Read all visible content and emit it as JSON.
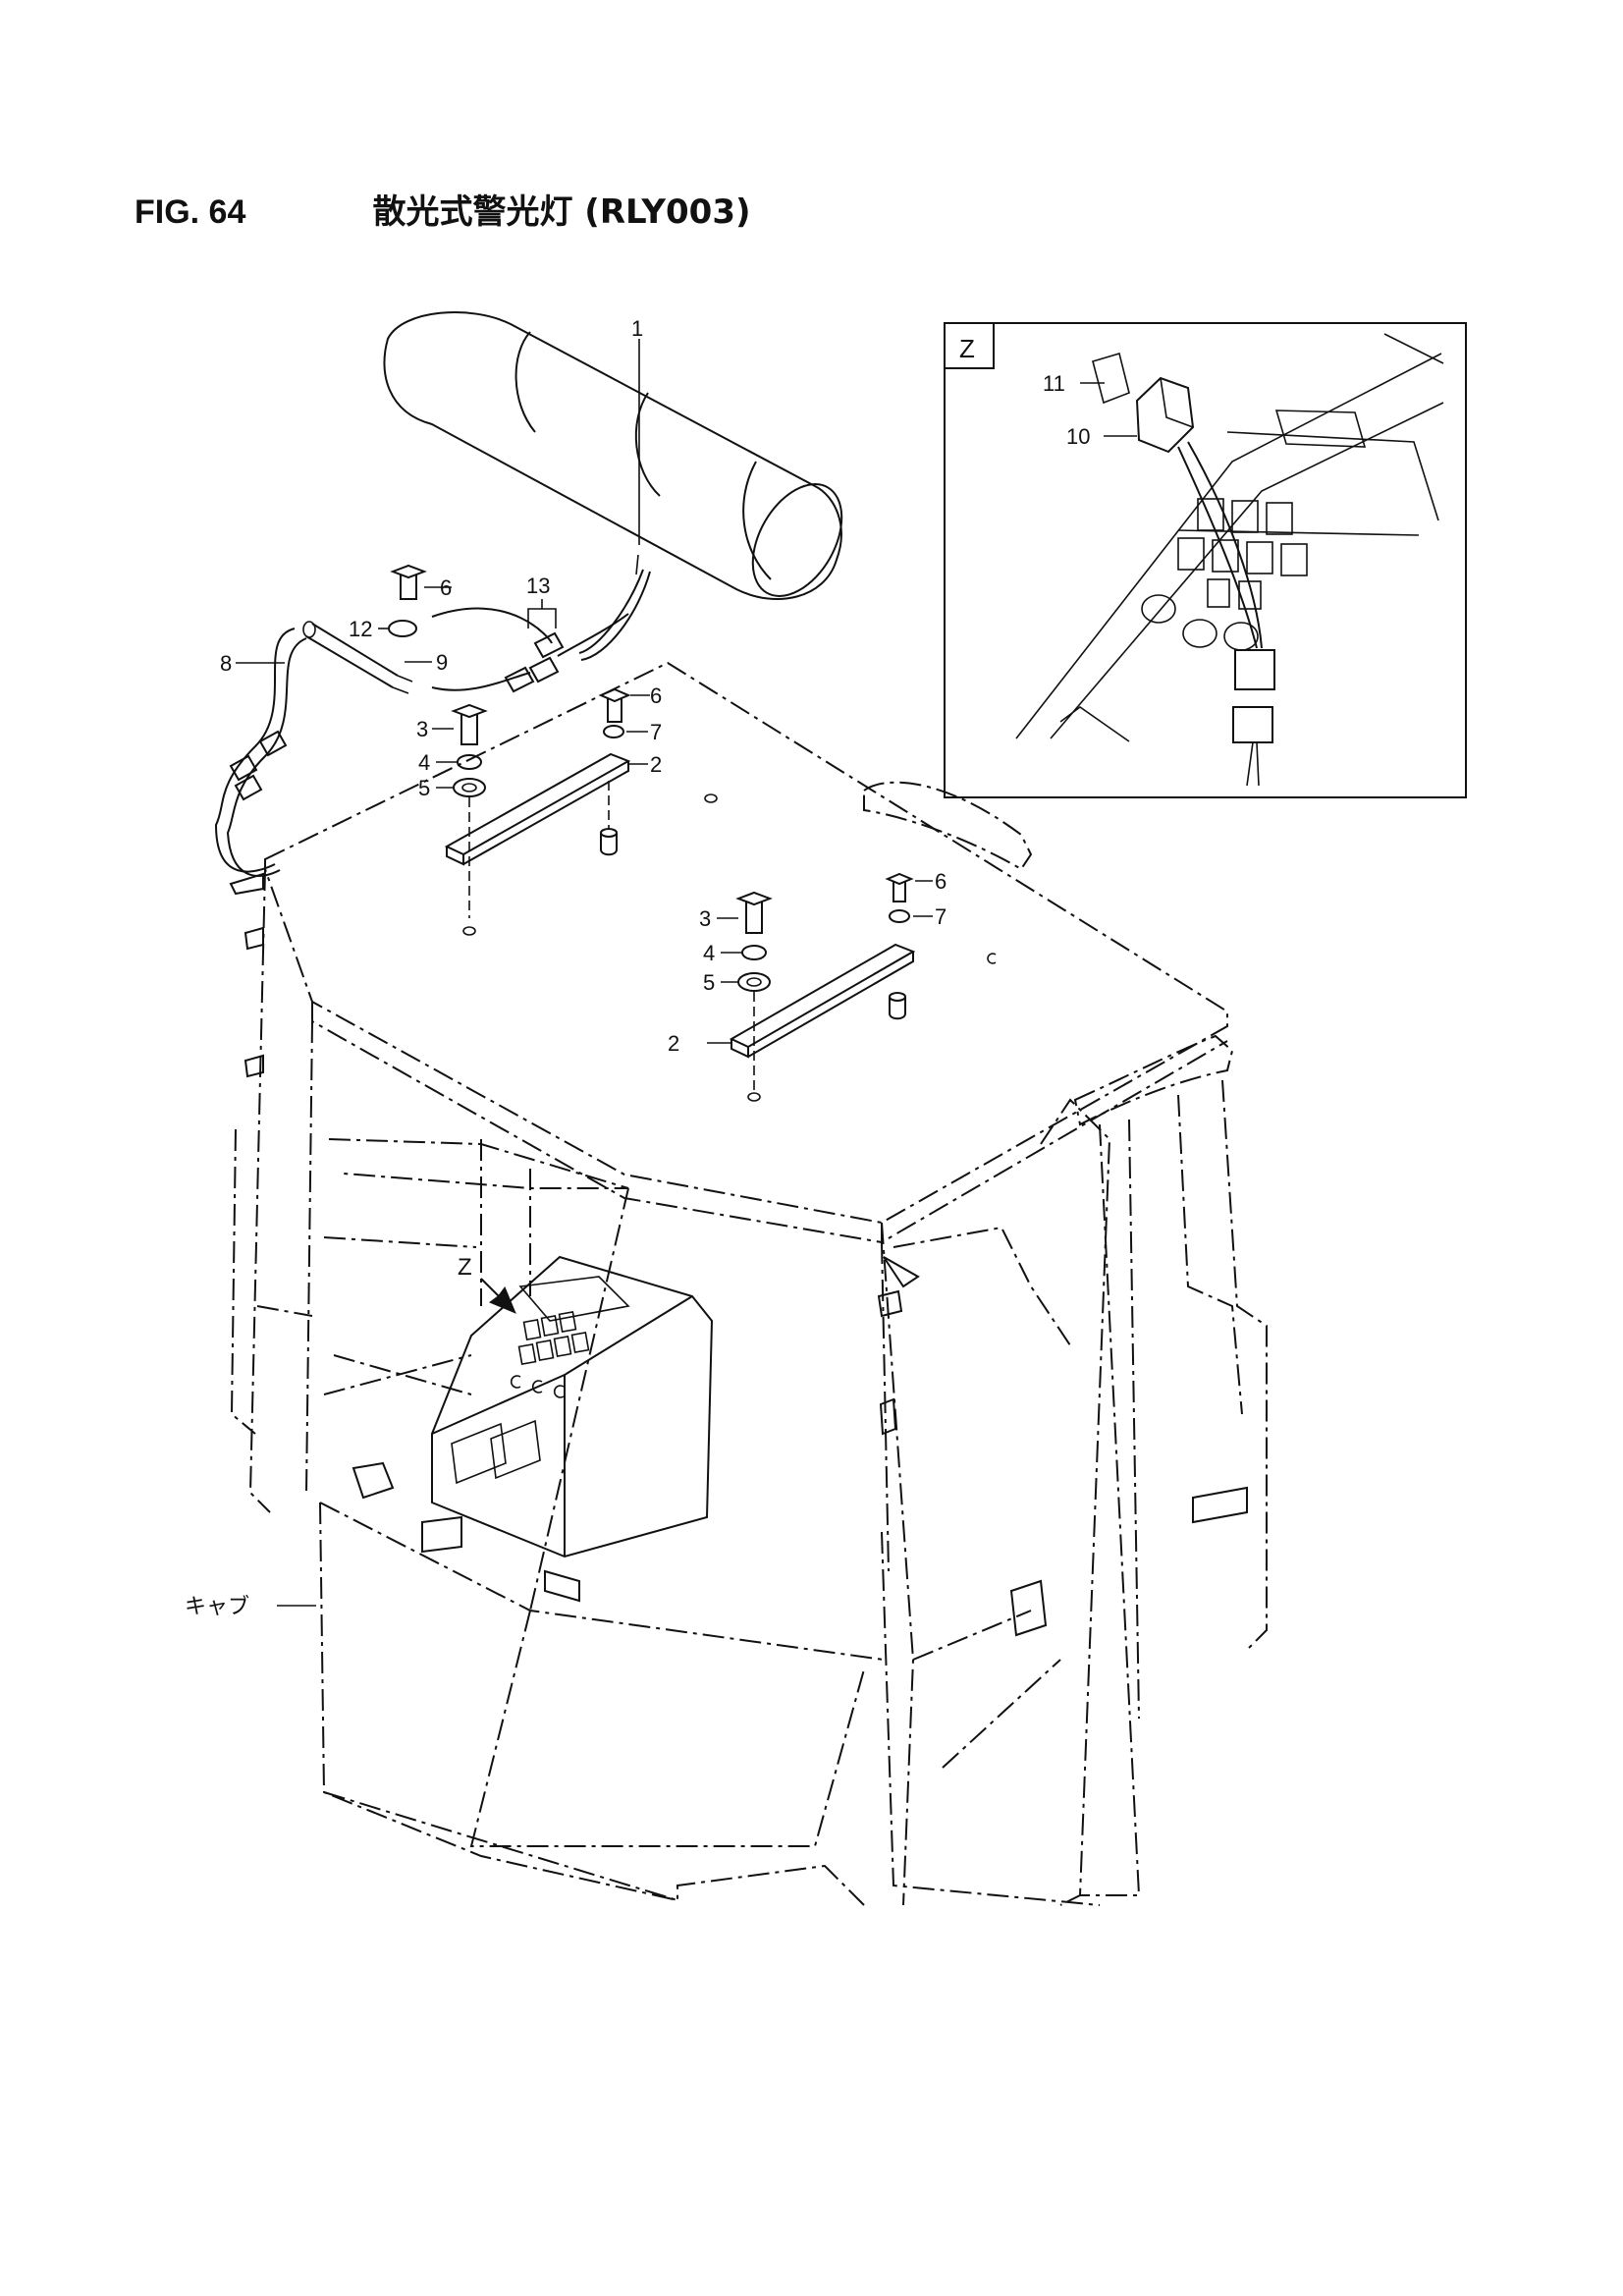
{
  "header": {
    "figure_number": "FIG. 64",
    "title": "散光式警光灯 (RLY003)"
  },
  "detail_view": {
    "label": "Z"
  },
  "view_marker": {
    "label": "Z"
  },
  "cab_label": "キャブ",
  "callouts": {
    "c1": "1",
    "c2a": "2",
    "c2b": "2",
    "c3a": "3",
    "c3b": "3",
    "c4a": "4",
    "c4b": "4",
    "c5a": "5",
    "c5b": "5",
    "c6a": "6",
    "c6b": "6",
    "c6c": "6",
    "c7a": "7",
    "c7b": "7",
    "c8": "8",
    "c9": "9",
    "c10": "10",
    "c11": "11",
    "c12": "12",
    "c13": "13"
  }
}
